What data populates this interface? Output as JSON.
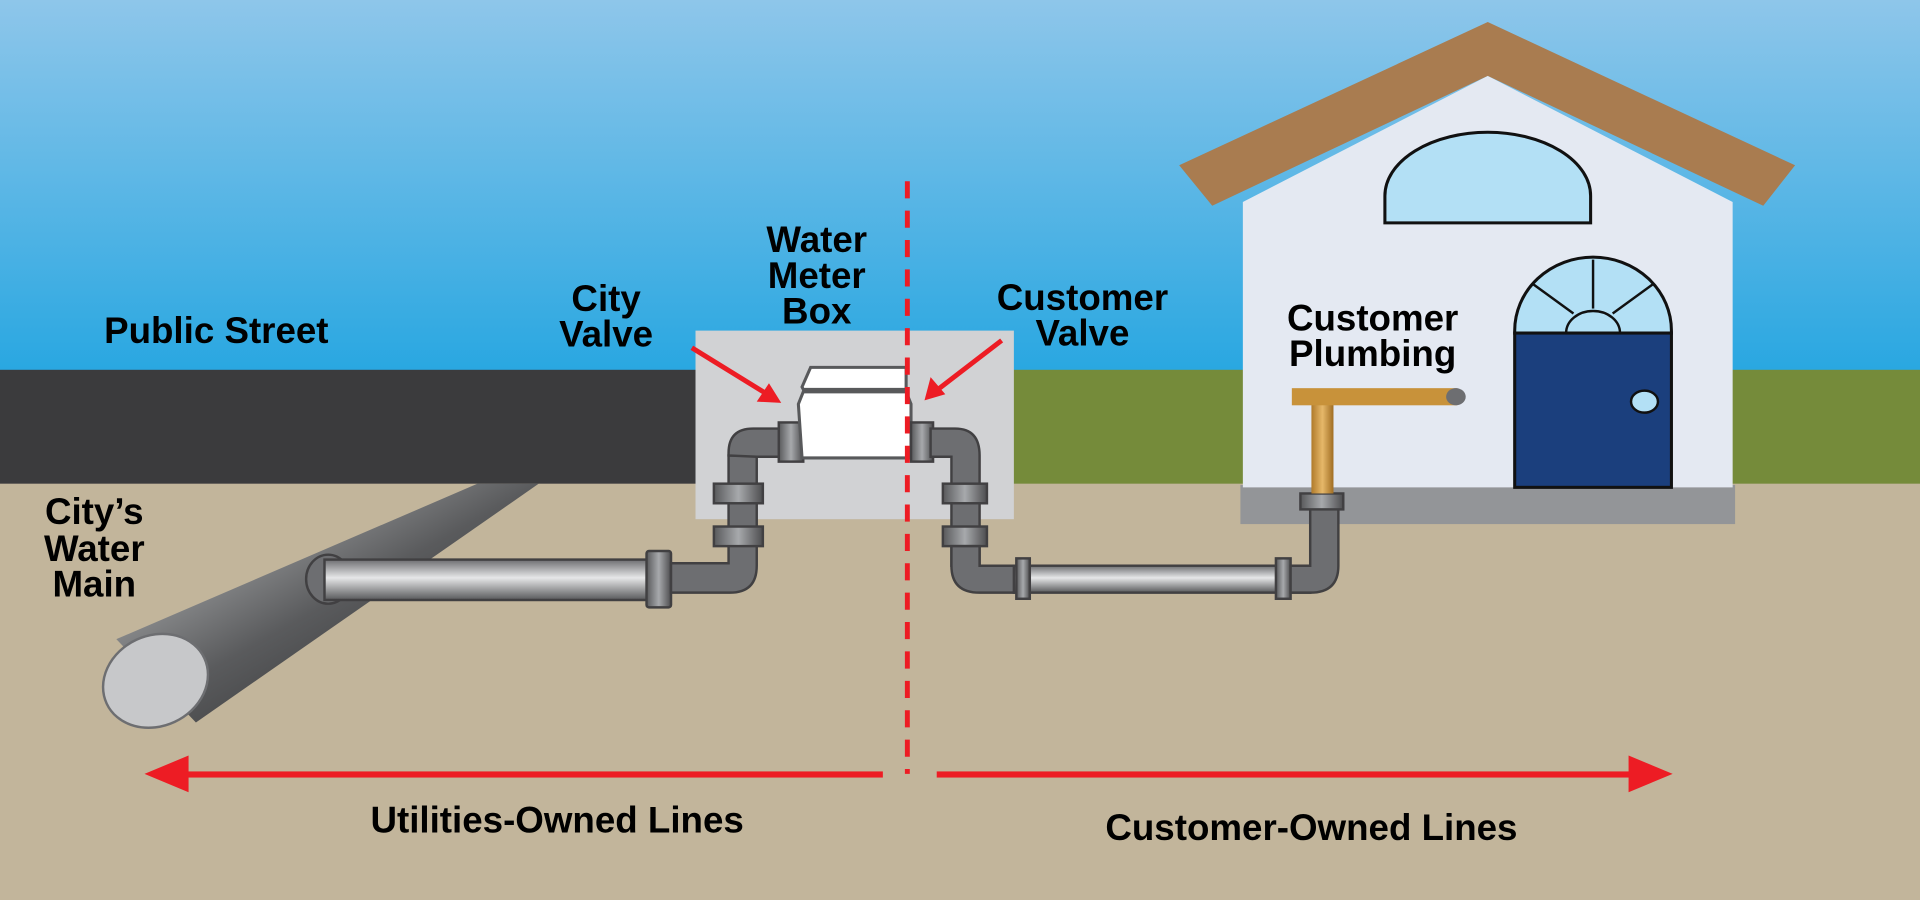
{
  "labels": {
    "public_street": "Public Street",
    "water_main": [
      "City’s",
      "Water",
      "Main"
    ],
    "city_valve": [
      "City",
      "Valve"
    ],
    "meter_box": [
      "Water",
      "Meter",
      "Box"
    ],
    "customer_valve": [
      "Customer",
      "Valve"
    ],
    "customer_plumbing": [
      "Customer",
      "Plumbing"
    ],
    "utilities_owned": "Utilities-Owned Lines",
    "customer_owned": "Customer-Owned Lines"
  },
  "colors": {
    "sky_top": "#8ec6ea",
    "sky_bottom": "#29a7e1",
    "street": "#3b3b3d",
    "grass": "#758b3a",
    "ground": "#c2b59b",
    "roof": "#a97c50",
    "door": "#1b3f7d",
    "arrow": "#ed1c24",
    "copper": "#c8923a"
  }
}
